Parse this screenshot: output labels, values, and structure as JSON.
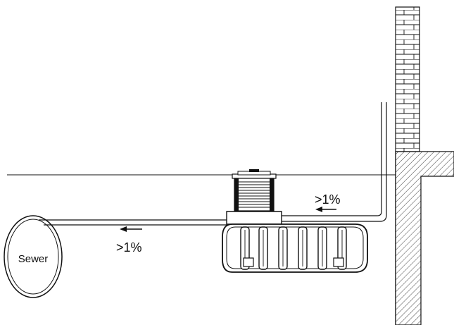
{
  "labels": {
    "sewer": "Sewer",
    "slope_upper": ">1%",
    "slope_lower": ">1%"
  },
  "icons": {
    "brick_wall": "brick-wall",
    "ground_hatch": "hatched-soil",
    "tank": "rainwater-tank",
    "arrow": "left-arrow"
  },
  "colors": {
    "line": "#111111",
    "background": "#ffffff"
  }
}
